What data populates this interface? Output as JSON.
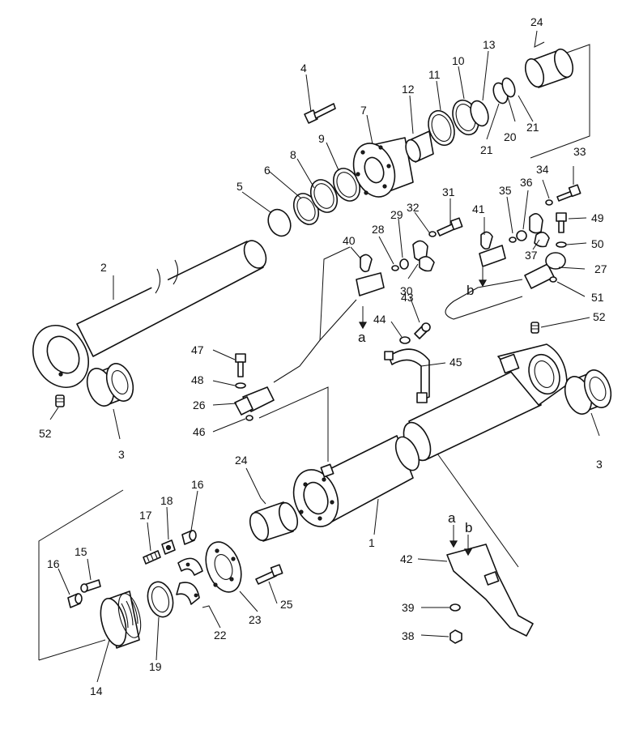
{
  "diagram": {
    "callouts": {
      "c1": "1",
      "c2": "2",
      "c3a": "3",
      "c3b": "3",
      "c4": "4",
      "c5": "5",
      "c6": "6",
      "c7": "7",
      "c8": "8",
      "c9": "9",
      "c10": "10",
      "c11": "11",
      "c12": "12",
      "c13": "13",
      "c14": "14",
      "c15": "15",
      "c16a": "16",
      "c16b": "16",
      "c17": "17",
      "c18": "18",
      "c19": "19",
      "c20": "20",
      "c21a": "21",
      "c21b": "21",
      "c22": "22",
      "c23": "23",
      "c24a": "24",
      "c24b": "24",
      "c25": "25",
      "c26": "26",
      "c27": "27",
      "c28": "28",
      "c29": "29",
      "c30": "30",
      "c31": "31",
      "c32": "32",
      "c33": "33",
      "c34": "34",
      "c35": "35",
      "c36": "36",
      "c37": "37",
      "c38": "38",
      "c39": "39",
      "c40": "40",
      "c41": "41",
      "c42": "42",
      "c43": "43",
      "c44": "44",
      "c45": "45",
      "c46": "46",
      "c47": "47",
      "c48": "48",
      "c49": "49",
      "c50": "50",
      "c51": "51",
      "c52a": "52",
      "c52b": "52"
    },
    "refs": {
      "a1": "a",
      "a2": "a",
      "b1": "b",
      "b2": "b"
    }
  }
}
